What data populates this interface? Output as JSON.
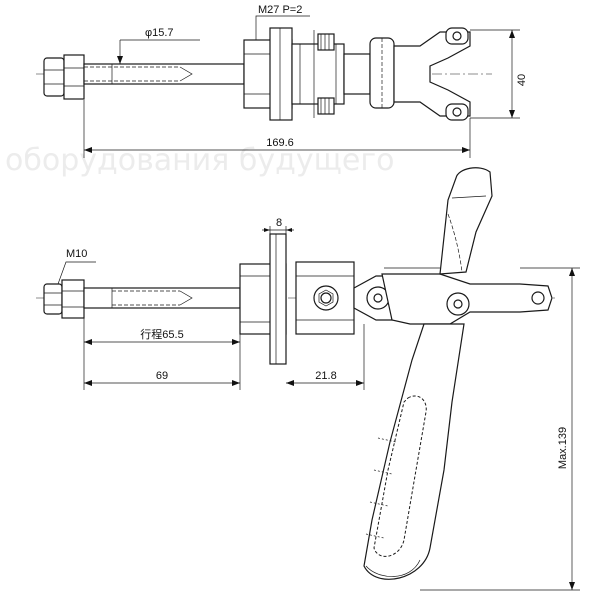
{
  "watermark": {
    "line1": "",
    "line2": "оборудования будущего"
  },
  "top_view": {
    "thread_label": "M27 P=2",
    "diameter_label": "φ15.7",
    "height_label": "40",
    "length_label": "169.6"
  },
  "side_view": {
    "bolt_label": "M10",
    "flange_label": "8",
    "stroke_label": "行程65.5",
    "length_label": "69",
    "offset_label": "21.8",
    "height_label": "Max.139"
  }
}
